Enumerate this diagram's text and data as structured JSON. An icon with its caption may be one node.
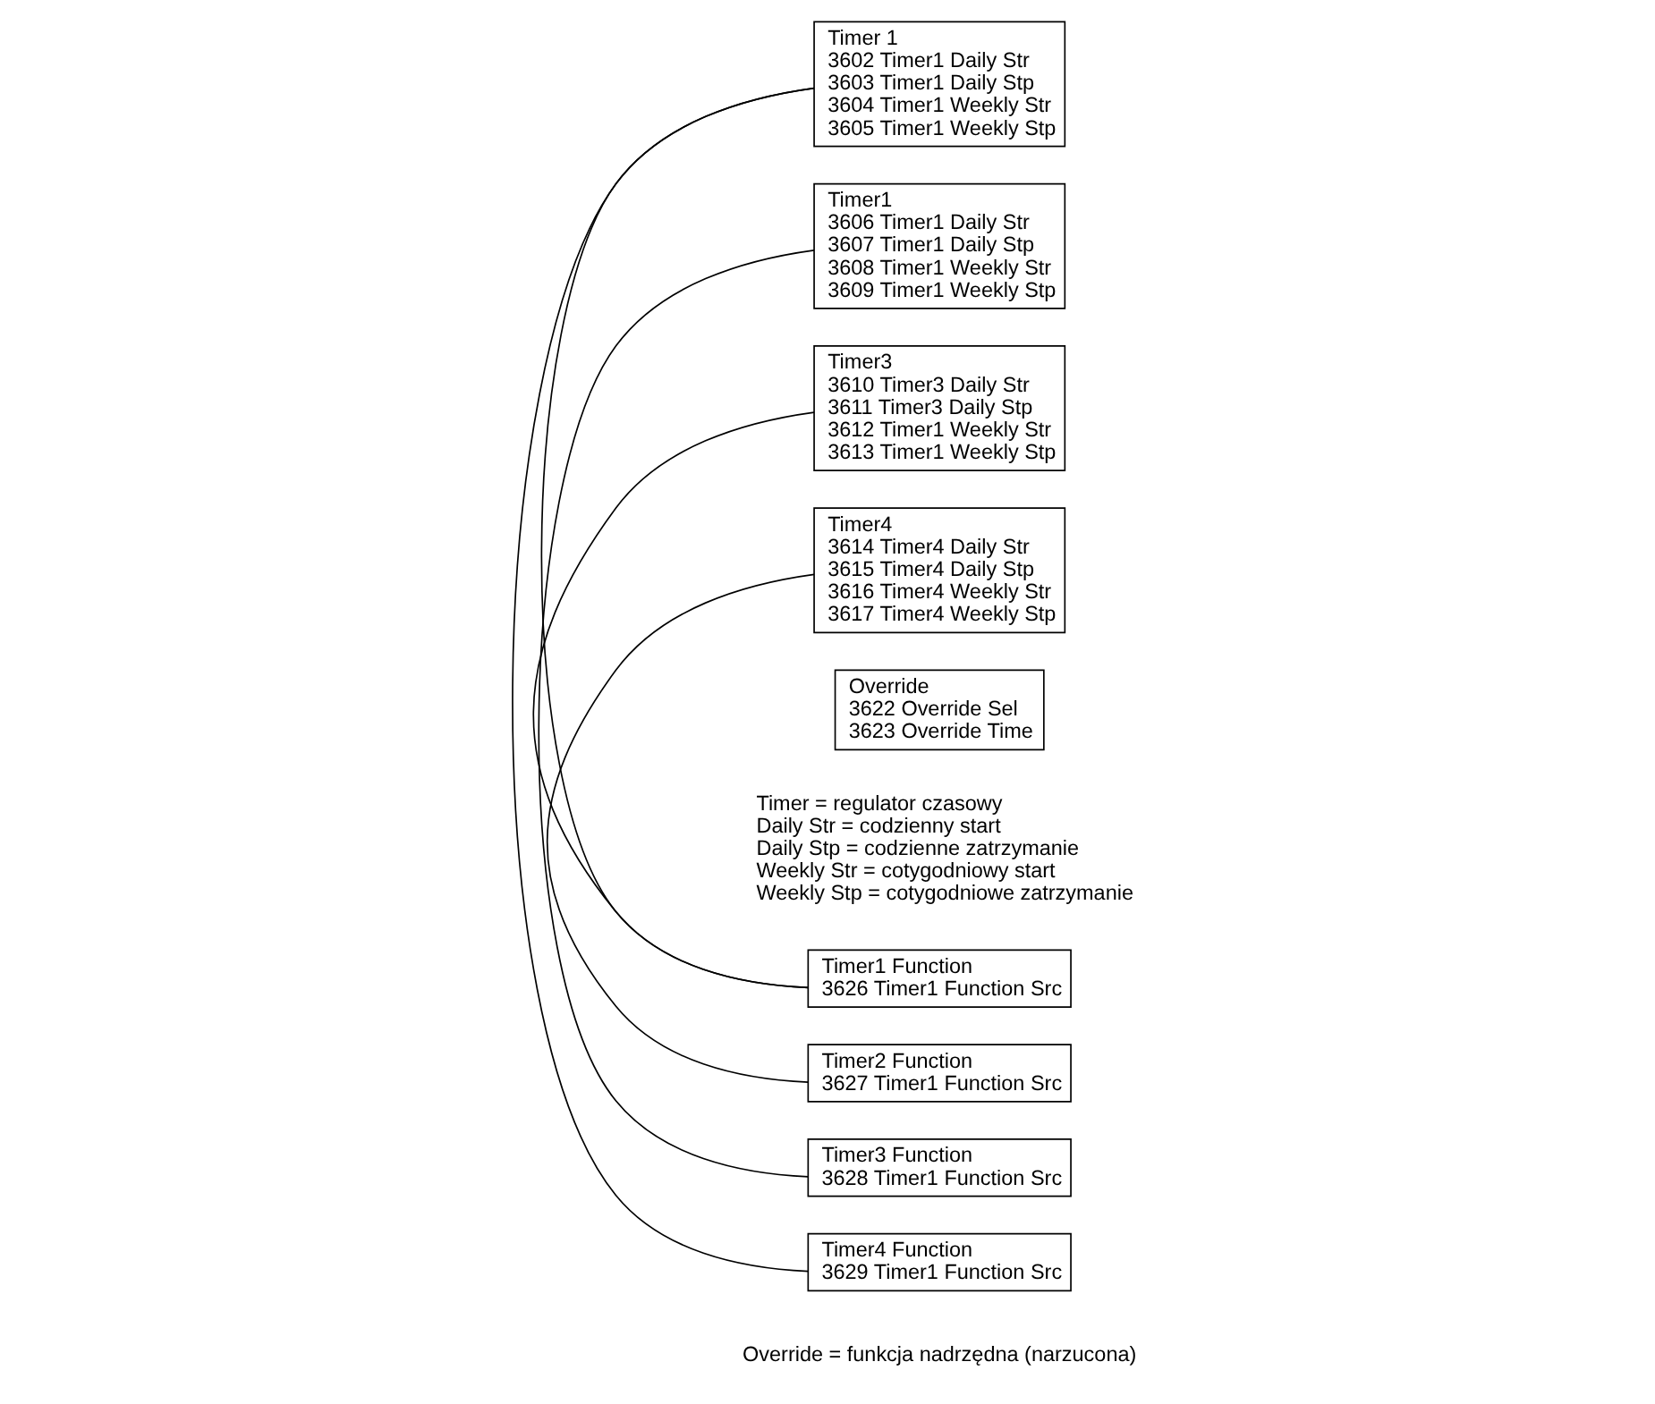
{
  "diagram": {
    "nodes": [
      {
        "text": [
          "Timer 1",
          "3602 Timer1 Daily Str",
          "3603 Timer1 Daily Stp",
          "3604 Timer1 Weekly Str",
          "3605 Timer1 Weekly Stp"
        ]
      },
      {
        "text": [
          "Timer1",
          "3606 Timer1 Daily Str",
          "3607 Timer1 Daily Stp",
          "3608 Timer1 Weekly Str",
          "3609 Timer1 Weekly Stp"
        ]
      },
      {
        "text": [
          "Timer3",
          "3610 Timer3 Daily Str",
          "3611 Timer3 Daily Stp",
          "3612 Timer1 Weekly Str",
          "3613 Timer1 Weekly Stp"
        ]
      },
      {
        "text": [
          "Timer4",
          "3614 Timer4 Daily Str",
          "3615 Timer4 Daily Stp",
          "3616 Timer4 Weekly Str",
          "3617 Timer4 Weekly Stp"
        ]
      },
      {
        "text": [
          "Override",
          "3622 Override Sel",
          "3623 Override Time"
        ]
      },
      {
        "text": [
          "Timer1 Function",
          "3626 Timer1 Function Src"
        ]
      },
      {
        "text": [
          "Timer2 Function",
          "3627 Timer1 Function Src"
        ]
      },
      {
        "text": [
          "Timer3 Function",
          "3628 Timer1 Function Src"
        ]
      },
      {
        "text": [
          "Timer4 Function",
          "3629 Timer1 Function Src"
        ]
      }
    ],
    "edges": [
      {
        "from": 0,
        "to": 5,
        "arrow": "none"
      },
      {
        "from": 0,
        "to": 8,
        "arrow": "none"
      },
      {
        "from": 1,
        "to": 7,
        "arrow": "none"
      },
      {
        "from": 2,
        "to": 5,
        "arrow": "none"
      },
      {
        "from": 3,
        "to": 6,
        "arrow": "none"
      }
    ],
    "labels": [
      "Timer = regulator czasowy",
      "Daily Str = codzienny start",
      "Daily Stp = codzienne zatrzymanie",
      "Weekly Str = cotygodniowy start",
      "Weekly Stp = cotygodniowe zatrzymanie",
      "Override = funkcja nadrzędna (narzucona)"
    ]
  }
}
